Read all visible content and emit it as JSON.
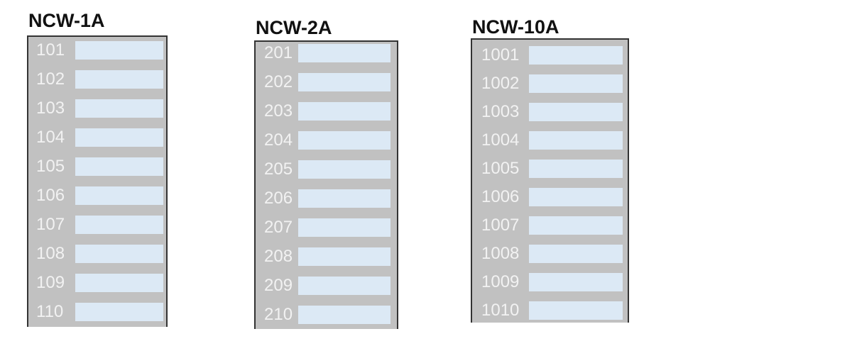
{
  "colors": {
    "panel_bg": "#c1c1c1",
    "panel_border": "#333333",
    "field_bg": "#dce9f5",
    "number_text": "#f2f2f2",
    "title_text": "#111111",
    "page_bg": "#ffffff"
  },
  "panels": [
    {
      "title": "NCW-1A",
      "rows": [
        {
          "number": "101",
          "value": ""
        },
        {
          "number": "102",
          "value": ""
        },
        {
          "number": "103",
          "value": ""
        },
        {
          "number": "104",
          "value": ""
        },
        {
          "number": "105",
          "value": ""
        },
        {
          "number": "106",
          "value": ""
        },
        {
          "number": "107",
          "value": ""
        },
        {
          "number": "108",
          "value": ""
        },
        {
          "number": "109",
          "value": ""
        },
        {
          "number": "110",
          "value": ""
        }
      ]
    },
    {
      "title": "NCW-2A",
      "rows": [
        {
          "number": "201",
          "value": ""
        },
        {
          "number": "202",
          "value": ""
        },
        {
          "number": "203",
          "value": ""
        },
        {
          "number": "204",
          "value": ""
        },
        {
          "number": "205",
          "value": ""
        },
        {
          "number": "206",
          "value": ""
        },
        {
          "number": "207",
          "value": ""
        },
        {
          "number": "208",
          "value": ""
        },
        {
          "number": "209",
          "value": ""
        },
        {
          "number": "210",
          "value": ""
        }
      ]
    },
    {
      "title": "NCW-10A",
      "rows": [
        {
          "number": "1001",
          "value": ""
        },
        {
          "number": "1002",
          "value": ""
        },
        {
          "number": "1003",
          "value": ""
        },
        {
          "number": "1004",
          "value": ""
        },
        {
          "number": "1005",
          "value": ""
        },
        {
          "number": "1006",
          "value": ""
        },
        {
          "number": "1007",
          "value": ""
        },
        {
          "number": "1008",
          "value": ""
        },
        {
          "number": "1009",
          "value": ""
        },
        {
          "number": "1010",
          "value": ""
        }
      ]
    }
  ]
}
